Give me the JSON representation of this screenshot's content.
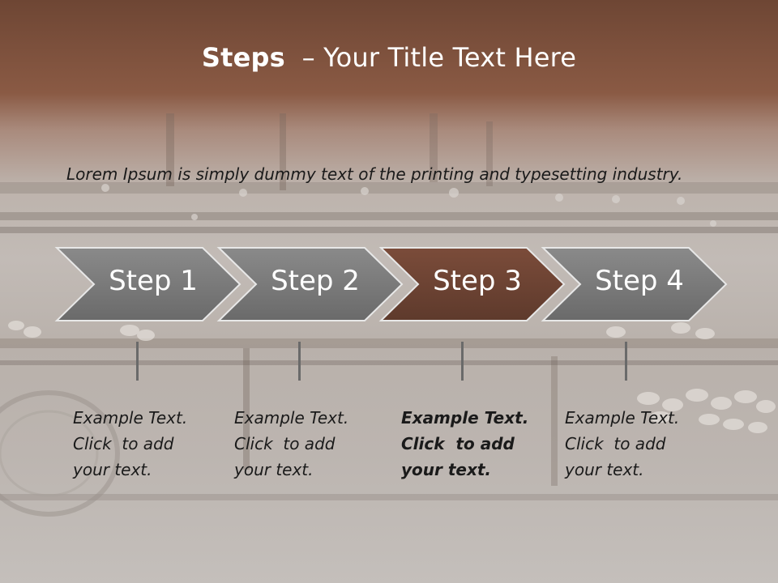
{
  "title": {
    "bold": "Steps",
    "rest": "– Your Title Text Here"
  },
  "subtitle": "Lorem Ipsum is simply dummy text of the printing and typesetting industry.",
  "steps": [
    {
      "label": "Step 1",
      "note": [
        "Example Text.",
        "Click  to add",
        "your text."
      ]
    },
    {
      "label": "Step 2",
      "note": [
        "Example Text.",
        "Click  to add",
        "your text."
      ]
    },
    {
      "label": "Step 3",
      "note": [
        "Example Text.",
        "Click  to add",
        "your text."
      ]
    },
    {
      "label": "Step 4",
      "note": [
        "Example Text.",
        "Click  to add",
        "your text."
      ]
    }
  ],
  "active_step": 3,
  "colors": {
    "chevron": "#787878",
    "chevron_active": "#6e4434",
    "header": "#6e4634"
  }
}
